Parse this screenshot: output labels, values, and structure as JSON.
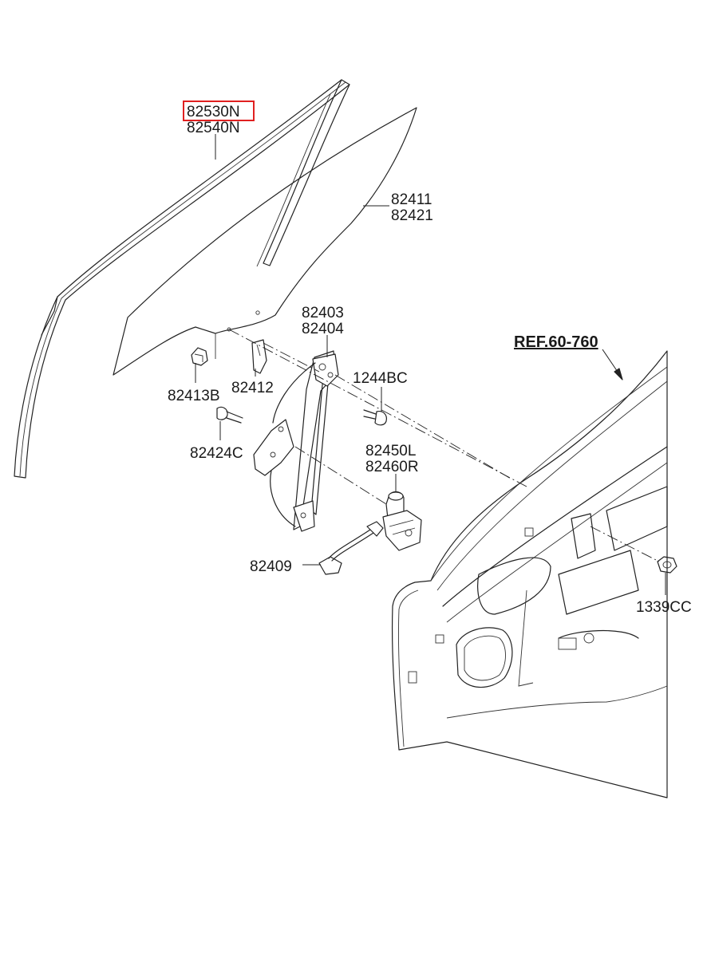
{
  "labels": {
    "glass_run_a": "82530N",
    "glass_run_b": "82540N",
    "glass_a": "82411",
    "glass_b": "82421",
    "regulator_a": "82403",
    "regulator_b": "82404",
    "bolt_1244": "1244BC",
    "clip_82413b": "82413B",
    "bracket_82412": "82412",
    "bolt_82424c": "82424C",
    "motor_a": "82450L",
    "motor_b": "82460R",
    "harness": "82409",
    "nut": "1339CC",
    "ref": "REF.60-760"
  },
  "highlight": {
    "part": "82530N",
    "color": "#e02020"
  }
}
